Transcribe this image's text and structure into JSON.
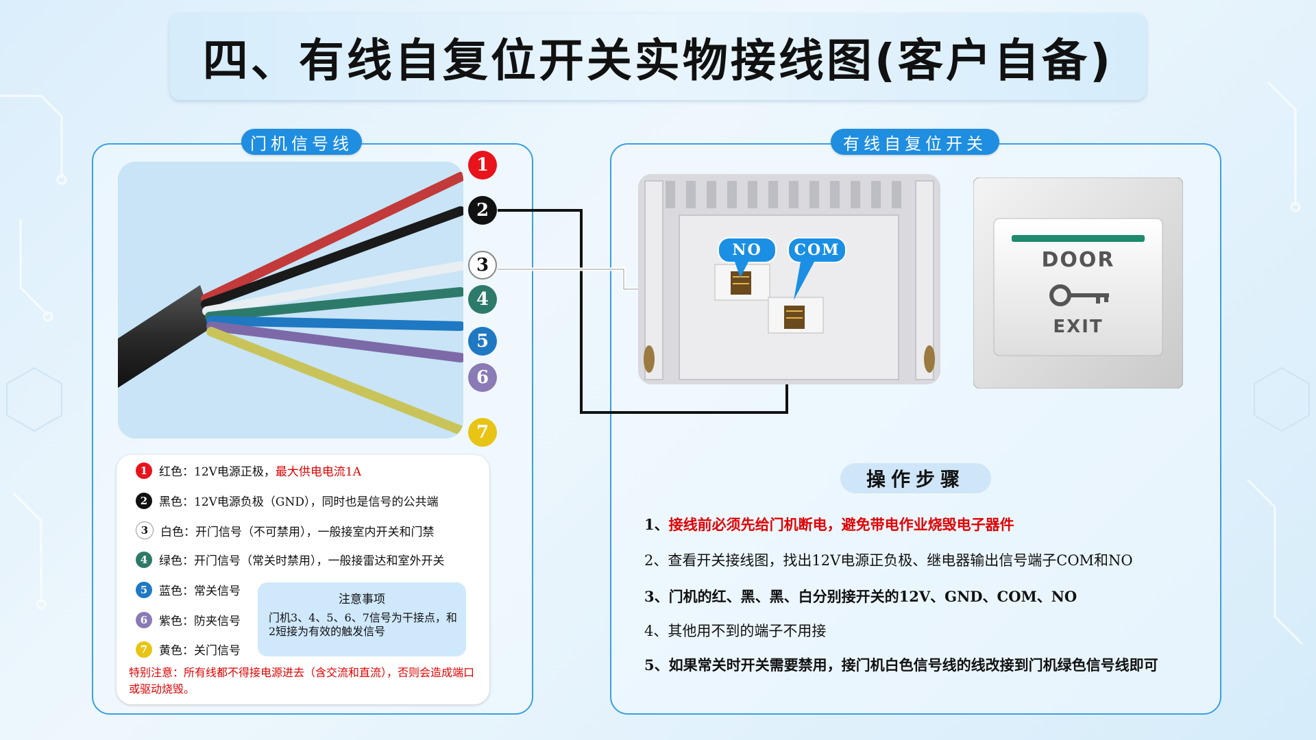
{
  "title": "四、有线自复位开关实物接线图(客户自备)",
  "left_panel": {
    "label": "门机信号线"
  },
  "right_panel": {
    "label": "有线自复位开关"
  },
  "wire_numbers": [
    {
      "n": "1",
      "color": "#e8131b"
    },
    {
      "n": "2",
      "color": "#111111"
    },
    {
      "n": "3",
      "color": "#ffffff"
    },
    {
      "n": "4",
      "color": "#2e7a6a"
    },
    {
      "n": "5",
      "color": "#1f78c2"
    },
    {
      "n": "6",
      "color": "#8a7ab5"
    },
    {
      "n": "7",
      "color": "#e8c414"
    }
  ],
  "legend": [
    {
      "n": "1",
      "text": "红色：12V电源正极，",
      "highlight": "最大供电电流1A"
    },
    {
      "n": "2",
      "text": "黑色：12V电源负极（GND），同时也是信号的公共端",
      "highlight": ""
    },
    {
      "n": "3",
      "text": "白色：开门信号（不可禁用），一般接室内开关和门禁",
      "highlight": ""
    },
    {
      "n": "4",
      "text": "绿色：开门信号（常关时禁用），一般接雷达和室外开关",
      "highlight": ""
    },
    {
      "n": "5",
      "text": "蓝色：常关信号",
      "highlight": ""
    },
    {
      "n": "6",
      "text": "紫色：防夹信号",
      "highlight": ""
    },
    {
      "n": "7",
      "text": "黄色：关门信号",
      "highlight": ""
    }
  ],
  "note": {
    "title": "注意事项",
    "body": "门机3、4、5、6、7信号为干接点，和2短接为有效的触发信号"
  },
  "warning": "特别注意：所有线都不得接电源进去（含交流和直流），否则会造成端口或驱动烧毁。",
  "relay": {
    "no_label": "NO",
    "com_label": "COM"
  },
  "button": {
    "top_text": "DOOR",
    "bottom_text": "EXIT"
  },
  "steps_title": "操作步骤",
  "steps": [
    {
      "prefix": "1、",
      "text": "接线前必须先给门机断电，避免带电作业烧毁电子器件",
      "red": true,
      "bold": true
    },
    {
      "prefix": "2、",
      "text": "查看开关接线图，找出12V电源正负极、继电器输出信号端子COM和NO",
      "red": false,
      "bold": false
    },
    {
      "prefix": "3、",
      "text": "门机的红、黑、黑、白分别接开关的12V、GND、COM、NO",
      "red": false,
      "bold": true
    },
    {
      "prefix": "4、",
      "text": "其他用不到的端子不用接",
      "red": false,
      "bold": false
    },
    {
      "prefix": "5、",
      "text": "如果常关时开关需要禁用，接门机白色信号线的线改接到门机绿色信号线即可",
      "red": false,
      "bold": true
    }
  ]
}
